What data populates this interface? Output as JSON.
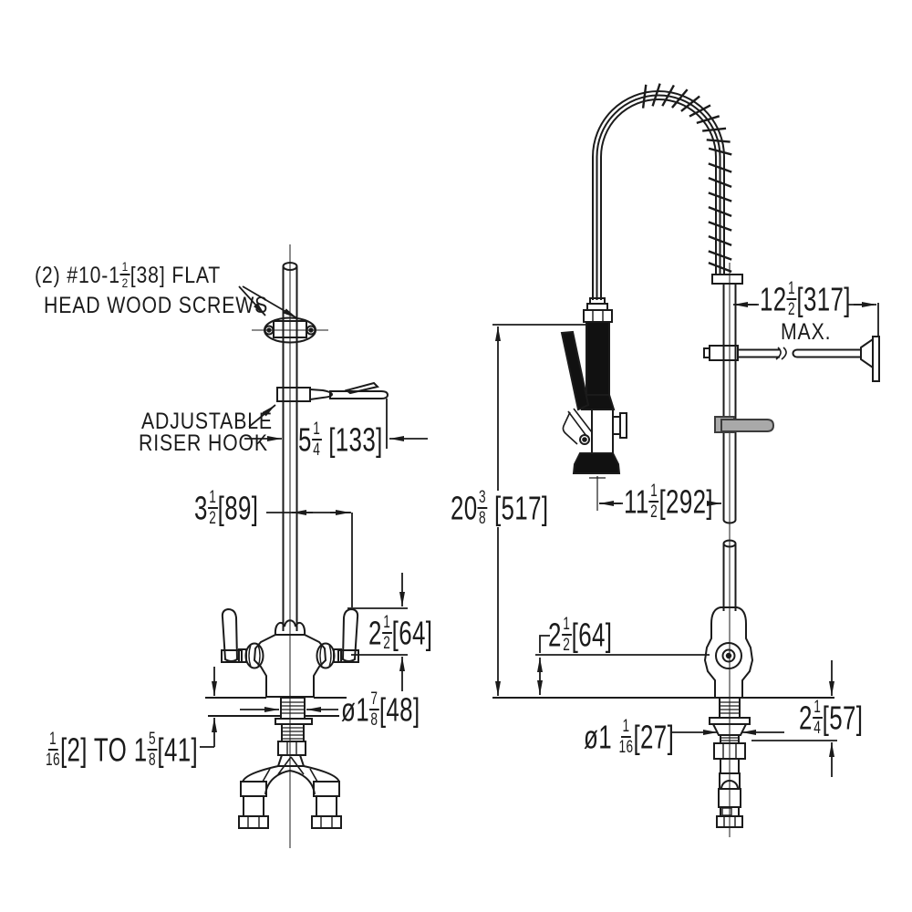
{
  "drawing": {
    "notes": {
      "screws_l1_a": "(2) #10-1",
      "screws_l1_frac": {
        "num": "1",
        "den": "2"
      },
      "screws_l1_b": "[38] FLAT",
      "screws_l2": "HEAD WOOD SCREWS",
      "adjustable_l1": "ADJUSTABLE",
      "adjustable_l2": "RISER HOOK"
    },
    "dims": {
      "hook_width": {
        "pre": "5",
        "num": "1",
        "den": "4",
        "post": " [133]"
      },
      "handle_span": {
        "pre": "3",
        "num": "1",
        "den": "2",
        "post": "[89]"
      },
      "left_body_height": {
        "pre": "2",
        "num": "1",
        "den": "2",
        "post": "[64]"
      },
      "left_shank_dia": {
        "pre": "ø1",
        "num": "7",
        "den": "8",
        "post": "[48]"
      },
      "deck_min": {
        "pre": "",
        "num": "1",
        "den": "16",
        "post": "[2] TO "
      },
      "deck_max": {
        "pre": "1",
        "num": "5",
        "den": "8",
        "post": "[41]"
      },
      "overall_height": {
        "pre": "20",
        "num": "3",
        "den": "8",
        "post": " [517]"
      },
      "wall_arm": {
        "pre": "12",
        "num": "1",
        "den": "2",
        "post": "[317]"
      },
      "wall_arm_note": "MAX.",
      "valve_offset": {
        "pre": "11",
        "num": "1",
        "den": "2",
        "post": "[292]"
      },
      "right_body_height": {
        "pre": "2",
        "num": "1",
        "den": "2",
        "post": "[64]"
      },
      "right_shank_dia": {
        "pre": "ø1 ",
        "num": "1",
        "den": "16",
        "post": "[27]"
      },
      "below_deck": {
        "pre": "2",
        "num": "1",
        "den": "4",
        "post": "[57]"
      }
    },
    "colors": {
      "line": "#1b1b1b",
      "fill_black": "#111111",
      "hook_gray": "#a9a9a9",
      "bg": "#ffffff"
    }
  }
}
